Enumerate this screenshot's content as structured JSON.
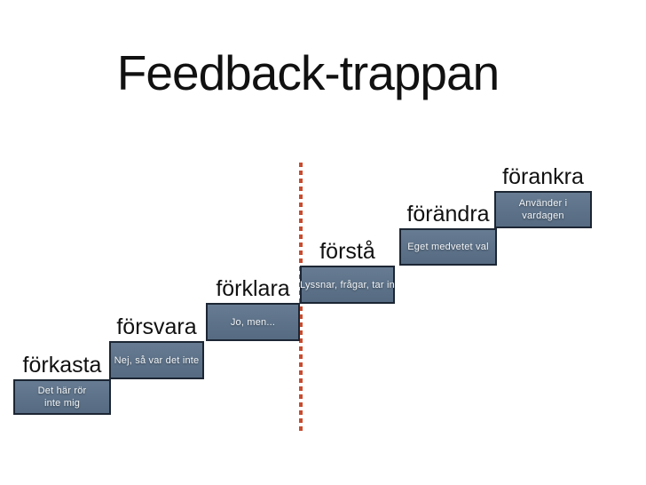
{
  "slide": {
    "title": "Feedback-trappan"
  },
  "divider": {
    "type": "vertical-dashed-line",
    "color": "#c94b2d"
  },
  "colors": {
    "background": "#ffffff",
    "title_text": "#111111",
    "label_text": "#111111",
    "box_fill": "#5d7289",
    "box_fill_light": "#677c92",
    "box_fill_dark": "#566b81",
    "box_border": "#1c2634",
    "box_text": "#f2f5f8"
  },
  "steps": [
    {
      "label": "förkasta",
      "lines": [
        "Det här rör",
        "inte mig"
      ]
    },
    {
      "label": "försvara",
      "lines": [
        "Nej, så var det inte"
      ]
    },
    {
      "label": "förklara",
      "lines": [
        "Jo, men..."
      ]
    },
    {
      "label": "förstå",
      "lines": [
        "Lyssnar, frågar, tar in"
      ]
    },
    {
      "label": "förändra",
      "lines": [
        "Eget medvetet val"
      ]
    },
    {
      "label": "förankra",
      "lines": [
        "Använder i",
        "vardagen"
      ]
    }
  ]
}
